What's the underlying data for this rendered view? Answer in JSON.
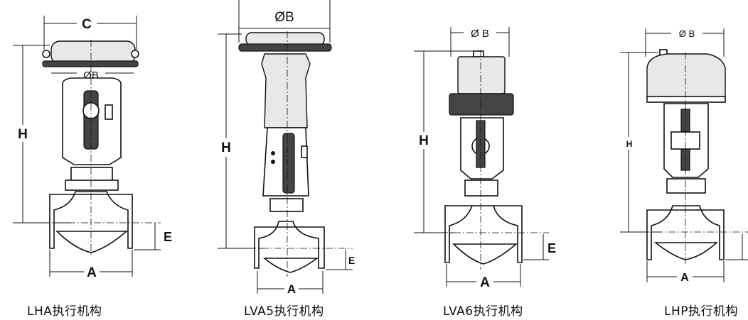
{
  "figures": [
    {
      "caption": "LHA执行机构",
      "dims": {
        "c": "C",
        "b": "ØB",
        "h": "H",
        "e": "E",
        "a": "A"
      }
    },
    {
      "caption": "LVA5执行机构",
      "dims": {
        "b": "ØB",
        "h": "H",
        "e": "E",
        "a": "A"
      }
    },
    {
      "caption": "LVA6执行机构",
      "dims": {
        "b": "Ø B",
        "h": "H",
        "e": "E",
        "a": "A"
      }
    },
    {
      "caption": "LHP执行机构",
      "dims": {
        "b": "Ø B",
        "h": "H",
        "a": "A"
      }
    }
  ]
}
